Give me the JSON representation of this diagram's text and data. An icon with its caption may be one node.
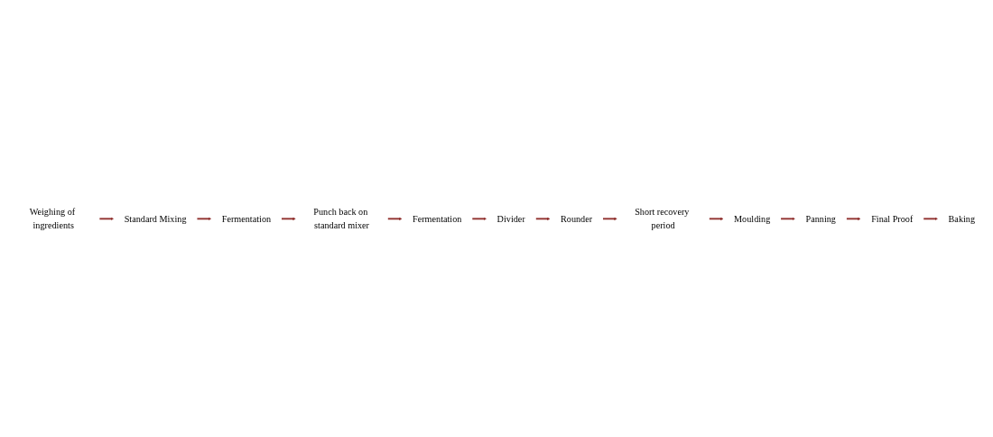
{
  "diagram": {
    "nodes": [
      {
        "text": [
          "Weighing of ingredients"
        ]
      },
      {
        "text": [
          "Standard Mixing"
        ]
      },
      {
        "text": [
          "Fermentation"
        ]
      },
      {
        "text": [
          "Punch back on standard mixer"
        ]
      },
      {
        "text": [
          "Fermentation"
        ]
      },
      {
        "text": [
          "Divider"
        ]
      },
      {
        "text": [
          "Rounder"
        ]
      },
      {
        "text": [
          "Short recovery period"
        ]
      },
      {
        "text": [
          "Moulding"
        ]
      },
      {
        "text": [
          "Panning"
        ]
      },
      {
        "text": [
          "Final Proof"
        ]
      },
      {
        "text": [
          "Baking"
        ]
      }
    ],
    "edges": [
      {
        "from": 0,
        "to": 1,
        "arrow": "to"
      },
      {
        "from": 1,
        "to": 2,
        "arrow": "to"
      },
      {
        "from": 2,
        "to": 3,
        "arrow": "to"
      },
      {
        "from": 3,
        "to": 4,
        "arrow": "to"
      },
      {
        "from": 4,
        "to": 5,
        "arrow": "to"
      },
      {
        "from": 5,
        "to": 6,
        "arrow": "to"
      },
      {
        "from": 6,
        "to": 7,
        "arrow": "to"
      },
      {
        "from": 7,
        "to": 8,
        "arrow": "to"
      },
      {
        "from": 8,
        "to": 9,
        "arrow": "to"
      },
      {
        "from": 9,
        "to": 10,
        "arrow": "to"
      },
      {
        "from": 10,
        "to": 11,
        "arrow": "to"
      }
    ]
  }
}
